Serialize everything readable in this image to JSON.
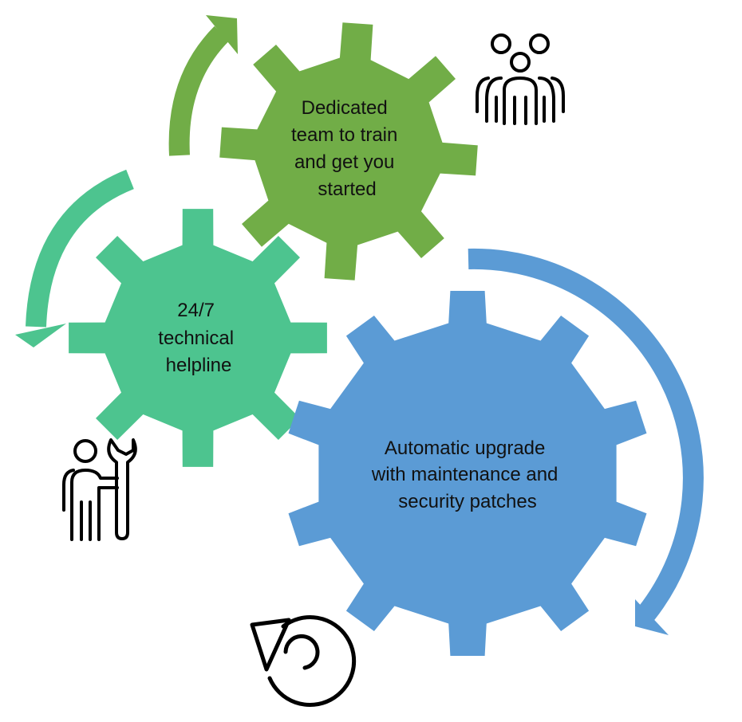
{
  "colors": {
    "green_dark": "#71AD47",
    "green_light": "#4DC48F",
    "blue": "#5B9BD5",
    "icon": "#000000",
    "text": "#111111"
  },
  "gears": [
    {
      "id": "team",
      "lines": [
        "Dedicated",
        "team to train",
        "and get you",
        "started"
      ],
      "icon": "team-people-icon",
      "color": "green_dark"
    },
    {
      "id": "helpline",
      "lines": [
        "24/7",
        "technical",
        "helpline"
      ],
      "icon": "technician-wrench-icon",
      "color": "green_light"
    },
    {
      "id": "upgrade",
      "lines": [
        "Automatic upgrade",
        "with maintenance and",
        "security patches"
      ],
      "icon": "refresh-arrow-icon",
      "color": "blue"
    }
  ]
}
